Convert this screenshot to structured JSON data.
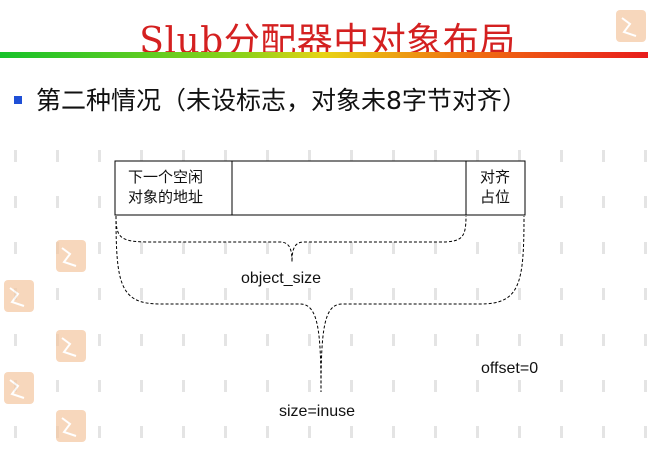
{
  "slide": {
    "title": "Slub分配器中对象布局",
    "bullet": "第二种情况（未设标志，对象未8字节对齐）"
  },
  "object_layout": {
    "free_pointer_cell": [
      "下一个空闲",
      "对象的地址"
    ],
    "padding_cell": [
      "对齐",
      "占位"
    ]
  },
  "labels": {
    "object_size": "object_size",
    "size": "size=inuse",
    "offset": "offset=0"
  },
  "colors": {
    "title": "#d42020",
    "bullet": "#1f4fd6",
    "title_bar": [
      "#17c22a",
      "#e8d314",
      "#e81c1c"
    ],
    "watermark": "#f4c7a0"
  }
}
